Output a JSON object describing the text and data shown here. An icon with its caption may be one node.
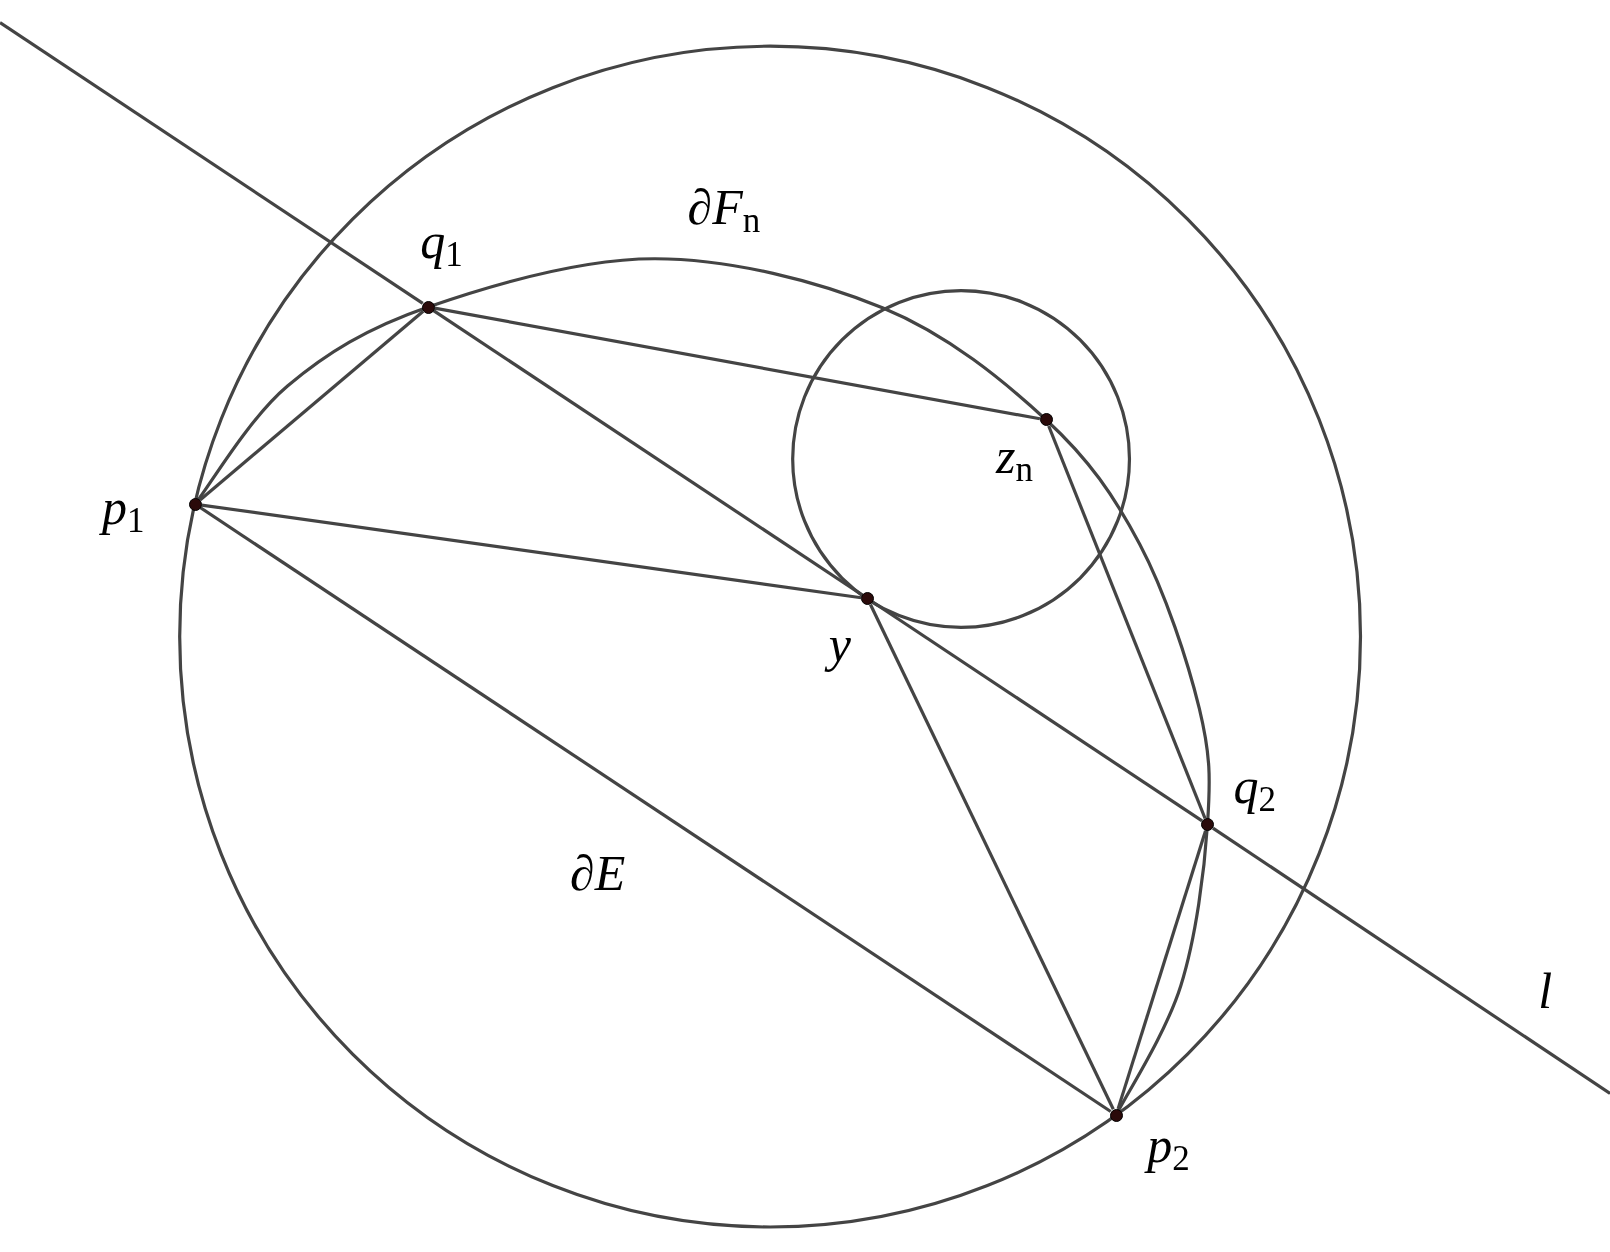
{
  "diagram": {
    "nodes": [
      {
        "text": [],
        "shape": "circle",
        "beside": [
          "*p*$_{1}$"
        ]
      },
      {
        "text": [],
        "shape": "circle",
        "beside": [
          "*q*$_{1}$"
        ]
      },
      {
        "text": [],
        "shape": "circle",
        "beside": [
          "*z*$_{n}$"
        ]
      },
      {
        "text": [],
        "shape": "circle",
        "beside": [
          "*y*"
        ]
      },
      {
        "text": [],
        "shape": "circle",
        "beside": [
          "*q*$_{2}$"
        ]
      },
      {
        "text": [],
        "shape": "circle",
        "beside": [
          "*p*$_{2}$"
        ]
      }
    ],
    "edges": [
      {
        "from": null,
        "to": 1,
        "arrow": "none"
      },
      {
        "from": 1,
        "to": 3,
        "arrow": "none"
      },
      {
        "from": 3,
        "to": 4,
        "arrow": "none"
      },
      {
        "from": 4,
        "to": null,
        "arrow": "none"
      },
      {
        "from": 0,
        "to": 1,
        "arrow": "none"
      },
      {
        "from": 1,
        "to": 2,
        "arrow": "none"
      },
      {
        "from": 0,
        "to": 3,
        "arrow": "none"
      },
      {
        "from": 0,
        "to": 5,
        "arrow": "none"
      },
      {
        "from": 3,
        "to": 5,
        "arrow": "none"
      },
      {
        "from": 2,
        "to": 4,
        "arrow": "none"
      },
      {
        "from": 4,
        "to": 5,
        "arrow": "none"
      }
    ],
    "labels": [
      "∂*F*$_{n}$",
      "∂*E*",
      "*l*"
    ]
  }
}
